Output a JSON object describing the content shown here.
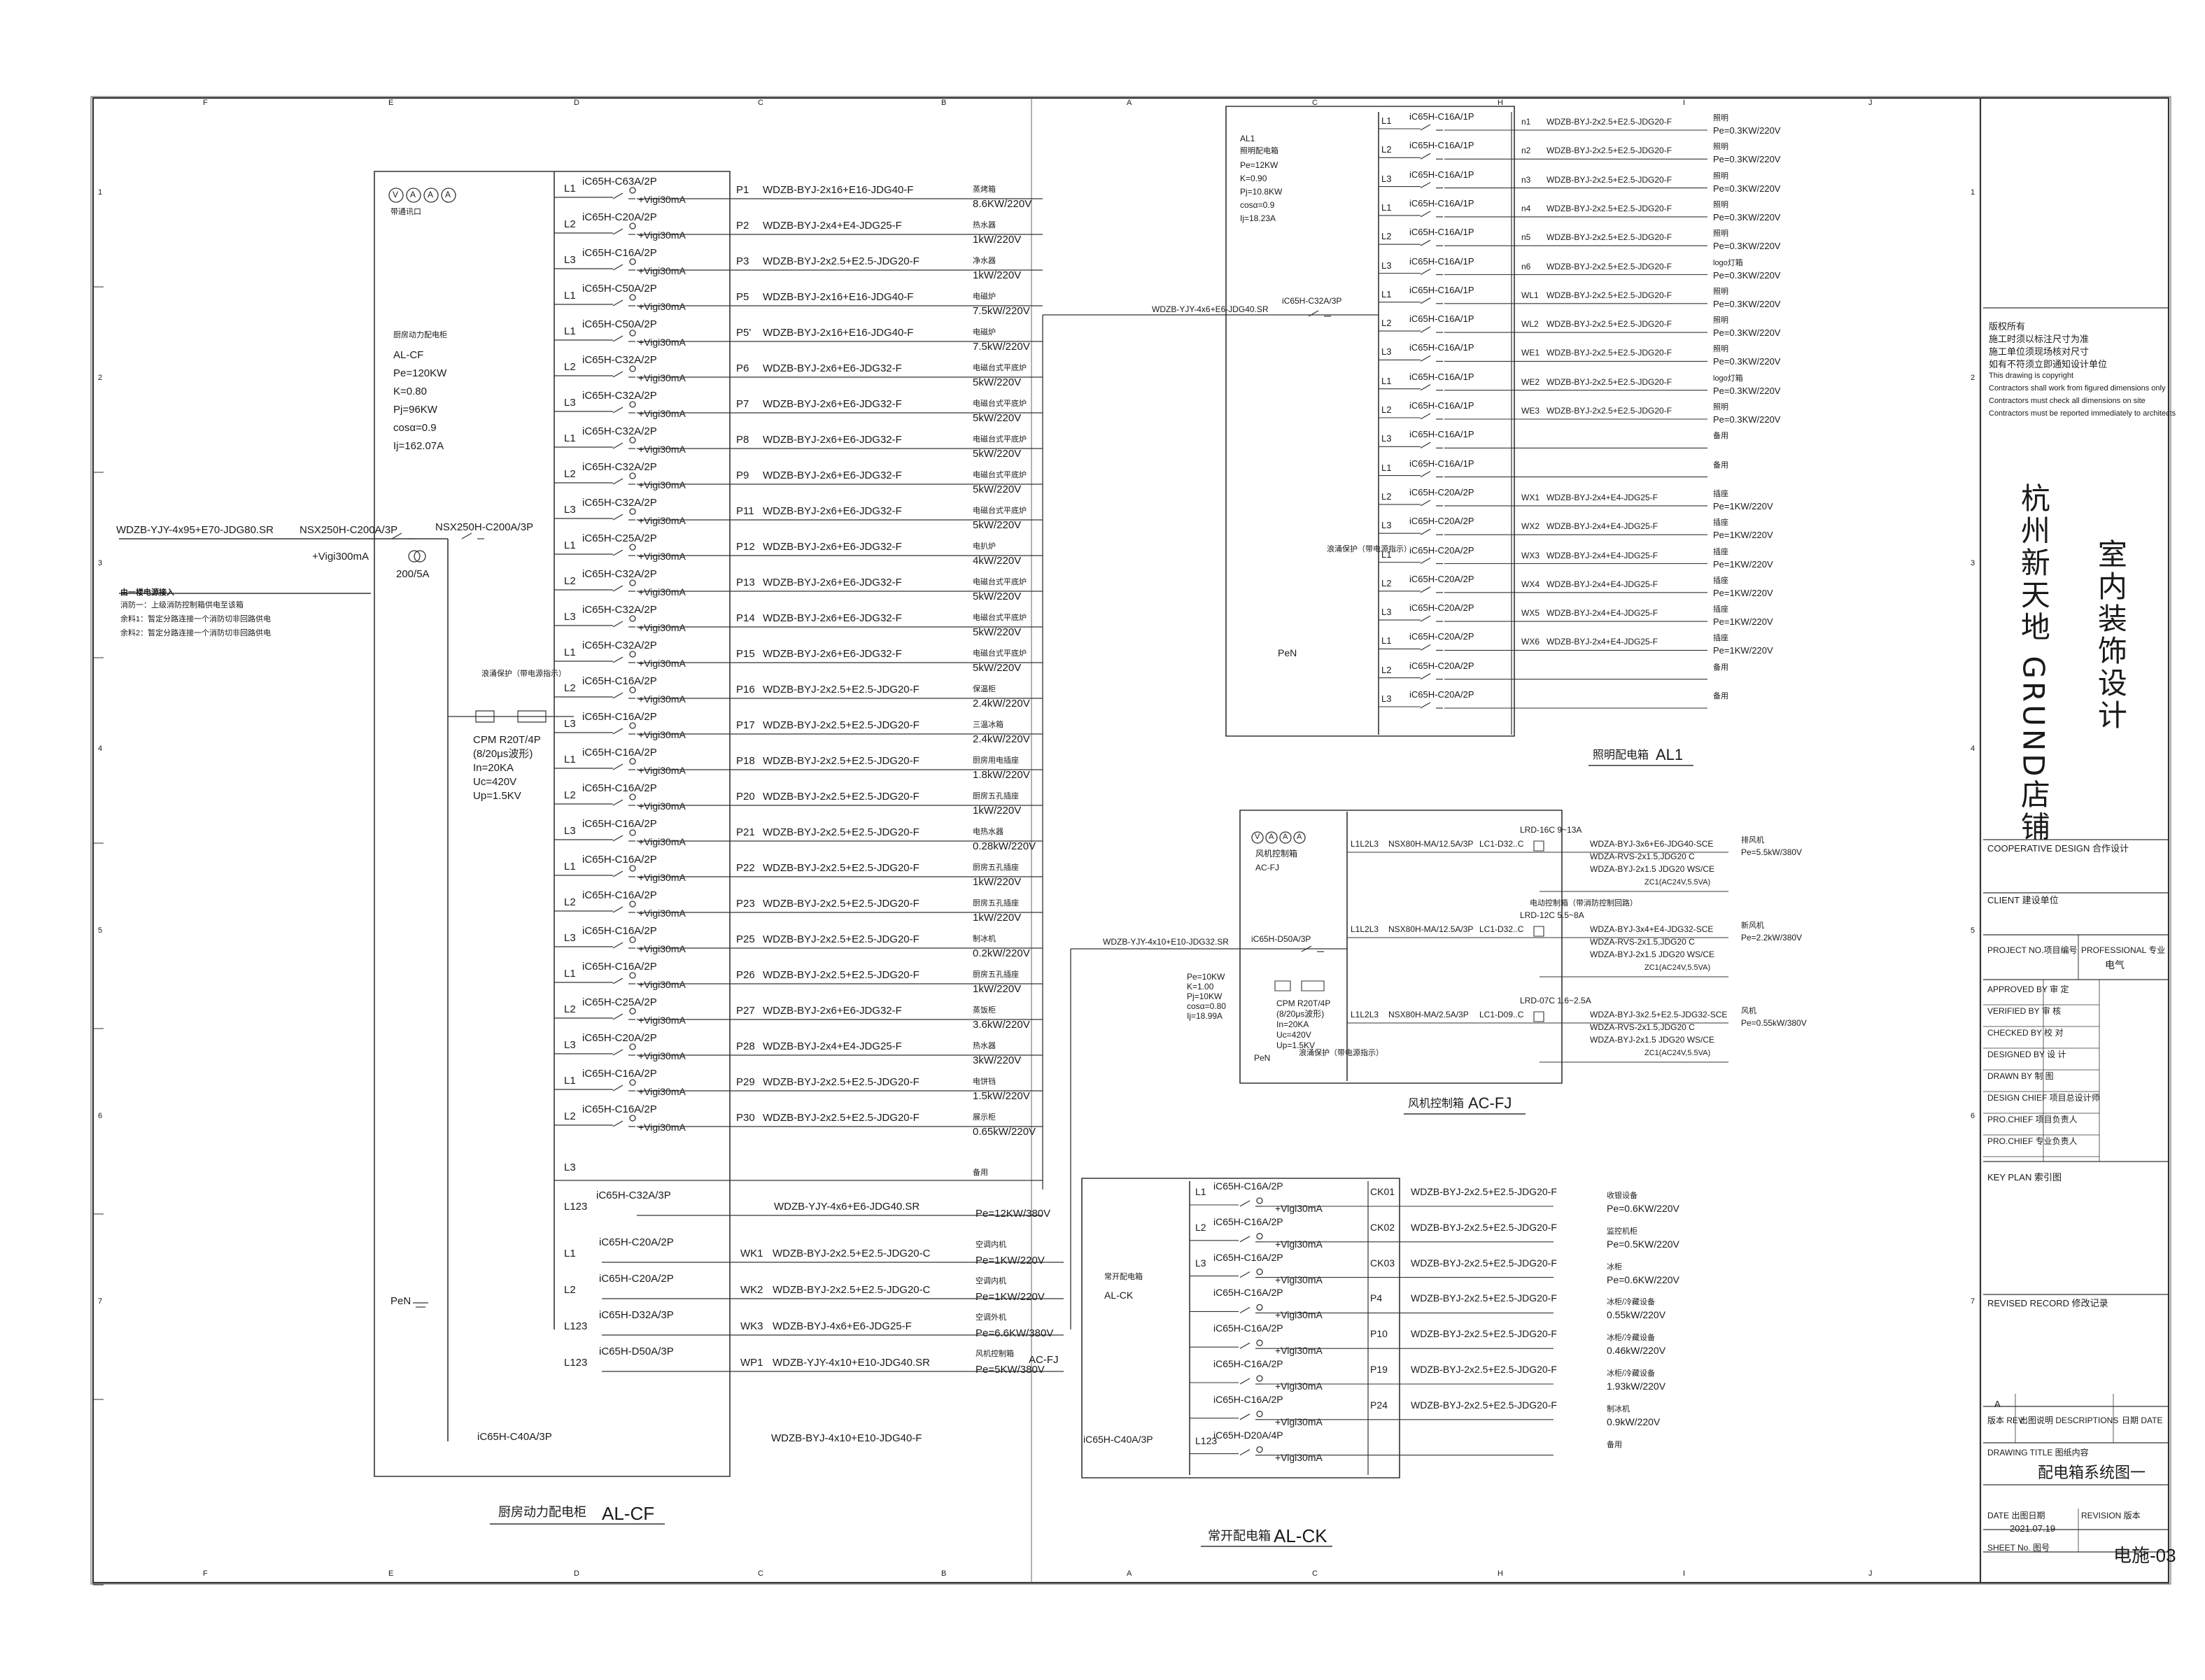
{
  "grid": {
    "top": [
      "F",
      "E",
      "D",
      "C",
      "B",
      "A",
      "C",
      "H",
      "I",
      "J"
    ],
    "side": [
      "1",
      "2",
      "3",
      "4",
      "5",
      "6",
      "7"
    ]
  },
  "cf": {
    "meters": "V A A A",
    "meter_caption": "带通讯口",
    "info": [
      "厨房动力配电柜",
      "AL-CF",
      "Pe=120KW",
      "K=0.80",
      "Pj=96KW",
      "cosα=0.9",
      "Ij=162.07A"
    ],
    "incoming_cable": "WDZB-YJY-4x95+E70-JDG80.SR",
    "main_breaker_1": "NSX250H-C200A/3P",
    "vigi_main": "+Vigi300mA",
    "main_breaker_2": "NSX250H-C200A/3P",
    "ct": "200/5A",
    "source_note": "由一楼电源接入",
    "notes": [
      "消防一：上级消防控制箱供电至该箱",
      "余料1：暂定分路连接一个消防切非回路供电",
      "余料2：暂定分路连接一个消防切非回路供电"
    ],
    "spd_label": "浪涌保护（带电源指示）",
    "spd": [
      "CPM R20T/4P",
      "(8/20μs波形)",
      "In=20KA",
      "Uc=420V",
      "Up=1.5KV"
    ],
    "pen": "PeN",
    "bottom_breaker": "iC65H-C40A/3P",
    "bottom_cable": "WDZB-BYJ-4x10+E10-JDG40-F",
    "title": "厨房动力配电柜",
    "code": "AL-CF",
    "circuits": [
      {
        "ph": "L1",
        "br": "iC65H-C63A/2P",
        "id": "P1",
        "cable": "WDZB-BYJ-2x16+E16-JDG40-F",
        "use": "蒸烤箱",
        "pe": "8.6KW/220V"
      },
      {
        "ph": "L2",
        "br": "iC65H-C20A/2P",
        "id": "P2",
        "cable": "WDZB-BYJ-2x4+E4-JDG25-F",
        "use": "热水器",
        "pe": "1kW/220V"
      },
      {
        "ph": "L3",
        "br": "iC65H-C16A/2P",
        "id": "P3",
        "cable": "WDZB-BYJ-2x2.5+E2.5-JDG20-F",
        "use": "净水器",
        "pe": "1kW/220V"
      },
      {
        "ph": "L1",
        "br": "iC65H-C50A/2P",
        "id": "P5",
        "cable": "WDZB-BYJ-2x16+E16-JDG40-F",
        "use": "电磁炉",
        "pe": "7.5kW/220V"
      },
      {
        "ph": "L1",
        "br": "iC65H-C50A/2P",
        "id": "P5'",
        "cable": "WDZB-BYJ-2x16+E16-JDG40-F",
        "use": "电磁炉",
        "pe": "7.5kW/220V"
      },
      {
        "ph": "L2",
        "br": "iC65H-C32A/2P",
        "id": "P6",
        "cable": "WDZB-BYJ-2x6+E6-JDG32-F",
        "use": "电磁台式平底炉",
        "pe": "5kW/220V"
      },
      {
        "ph": "L3",
        "br": "iC65H-C32A/2P",
        "id": "P7",
        "cable": "WDZB-BYJ-2x6+E6-JDG32-F",
        "use": "电磁台式平底炉",
        "pe": "5kW/220V"
      },
      {
        "ph": "L1",
        "br": "iC65H-C32A/2P",
        "id": "P8",
        "cable": "WDZB-BYJ-2x6+E6-JDG32-F",
        "use": "电磁台式平底炉",
        "pe": "5kW/220V"
      },
      {
        "ph": "L2",
        "br": "iC65H-C32A/2P",
        "id": "P9",
        "cable": "WDZB-BYJ-2x6+E6-JDG32-F",
        "use": "电磁台式平底炉",
        "pe": "5kW/220V"
      },
      {
        "ph": "L3",
        "br": "iC65H-C32A/2P",
        "id": "P11",
        "cable": "WDZB-BYJ-2x6+E6-JDG32-F",
        "use": "电磁台式平底炉",
        "pe": "5kW/220V"
      },
      {
        "ph": "L1",
        "br": "iC65H-C25A/2P",
        "id": "P12",
        "cable": "WDZB-BYJ-2x6+E6-JDG32-F",
        "use": "电扒炉",
        "pe": "4kW/220V"
      },
      {
        "ph": "L2",
        "br": "iC65H-C32A/2P",
        "id": "P13",
        "cable": "WDZB-BYJ-2x6+E6-JDG32-F",
        "use": "电磁台式平底炉",
        "pe": "5kW/220V"
      },
      {
        "ph": "L3",
        "br": "iC65H-C32A/2P",
        "id": "P14",
        "cable": "WDZB-BYJ-2x6+E6-JDG32-F",
        "use": "电磁台式平底炉",
        "pe": "5kW/220V"
      },
      {
        "ph": "L1",
        "br": "iC65H-C32A/2P",
        "id": "P15",
        "cable": "WDZB-BYJ-2x6+E6-JDG32-F",
        "use": "电磁台式平底炉",
        "pe": "5kW/220V"
      },
      {
        "ph": "L2",
        "br": "iC65H-C16A/2P",
        "id": "P16",
        "cable": "WDZB-BYJ-2x2.5+E2.5-JDG20-F",
        "use": "保温柜",
        "pe": "2.4kW/220V"
      },
      {
        "ph": "L3",
        "br": "iC65H-C16A/2P",
        "id": "P17",
        "cable": "WDZB-BYJ-2x2.5+E2.5-JDG20-F",
        "use": "三温冰箱",
        "pe": "2.4kW/220V"
      },
      {
        "ph": "L1",
        "br": "iC65H-C16A/2P",
        "id": "P18",
        "cable": "WDZB-BYJ-2x2.5+E2.5-JDG20-F",
        "use": "厨房用电插座",
        "pe": "1.8kW/220V"
      },
      {
        "ph": "L2",
        "br": "iC65H-C16A/2P",
        "id": "P20",
        "cable": "WDZB-BYJ-2x2.5+E2.5-JDG20-F",
        "use": "厨房五孔插座",
        "pe": "1kW/220V"
      },
      {
        "ph": "L3",
        "br": "iC65H-C16A/2P",
        "id": "P21",
        "cable": "WDZB-BYJ-2x2.5+E2.5-JDG20-F",
        "use": "电热水器",
        "pe": "0.28kW/220V"
      },
      {
        "ph": "L1",
        "br": "iC65H-C16A/2P",
        "id": "P22",
        "cable": "WDZB-BYJ-2x2.5+E2.5-JDG20-F",
        "use": "厨房五孔插座",
        "pe": "1kW/220V"
      },
      {
        "ph": "L2",
        "br": "iC65H-C16A/2P",
        "id": "P23",
        "cable": "WDZB-BYJ-2x2.5+E2.5-JDG20-F",
        "use": "厨房五孔插座",
        "pe": "1kW/220V"
      },
      {
        "ph": "L3",
        "br": "iC65H-C16A/2P",
        "id": "P25",
        "cable": "WDZB-BYJ-2x2.5+E2.5-JDG20-F",
        "use": "制冰机",
        "pe": "0.2kW/220V"
      },
      {
        "ph": "L1",
        "br": "iC65H-C16A/2P",
        "id": "P26",
        "cable": "WDZB-BYJ-2x2.5+E2.5-JDG20-F",
        "use": "厨房五孔插座",
        "pe": "1kW/220V"
      },
      {
        "ph": "L2",
        "br": "iC65H-C25A/2P",
        "id": "P27",
        "cable": "WDZB-BYJ-2x6+E6-JDG32-F",
        "use": "蒸饭柜",
        "pe": "3.6kW/220V"
      },
      {
        "ph": "L3",
        "br": "iC65H-C20A/2P",
        "id": "P28",
        "cable": "WDZB-BYJ-2x4+E4-JDG25-F",
        "use": "热水器",
        "pe": "3kW/220V"
      },
      {
        "ph": "L1",
        "br": "iC65H-C16A/2P",
        "id": "P29",
        "cable": "WDZB-BYJ-2x2.5+E2.5-JDG20-F",
        "use": "电饼铛",
        "pe": "1.5kW/220V"
      },
      {
        "ph": "L2",
        "br": "iC65H-C16A/2P",
        "id": "P30",
        "cable": "WDZB-BYJ-2x2.5+E2.5-JDG20-F",
        "use": "展示柜",
        "pe": "0.65kW/220V"
      }
    ],
    "spare_phase": "L3",
    "spare_label": "备用",
    "al1_feed": {
      "ph": "L123",
      "br": "iC65H-C32A/3P",
      "cable": "WDZB-YJY-4x6+E6-JDG40.SR",
      "pe": "Pe=12KW/380V"
    },
    "wk": [
      {
        "ph": "L1",
        "br": "iC65H-C20A/2P",
        "id": "WK1",
        "cable": "WDZB-BYJ-2x2.5+E2.5-JDG20-C",
        "use": "空调内机",
        "pe": "Pe=1KW/220V"
      },
      {
        "ph": "L2",
        "br": "iC65H-C20A/2P",
        "id": "WK2",
        "cable": "WDZB-BYJ-2x2.5+E2.5-JDG20-C",
        "use": "空调内机",
        "pe": "Pe=1KW/220V"
      },
      {
        "ph": "L123",
        "br": "iC65H-D32A/3P",
        "id": "WK3",
        "cable": "WDZB-BYJ-4x6+E6-JDG25-F",
        "use": "空调外机",
        "pe": "Pe=6.6KW/380V"
      },
      {
        "ph": "L123",
        "br": "iC65H-D50A/3P",
        "id": "WP1",
        "cable": "WDZB-YJY-4x10+E10-JDG40.SR",
        "use": "风机控制箱",
        "pe": "Pe=5KW/380V",
        "to": "AC-FJ"
      }
    ]
  },
  "al1": {
    "info": [
      "AL1",
      "照明配电箱",
      "Pe=12KW",
      "K=0.90",
      "Pj=10.8KW",
      "cosα=0.9",
      "Ij=18.23A"
    ],
    "feed_cable": "WDZB-YJY-4x6+E6-JDG40.SR",
    "main": "iC65H-C32A/3P",
    "spd_label": "浪涌保护（带电源指示）",
    "pen": "PeN",
    "title": "照明配电箱",
    "code": "AL1",
    "circuits": [
      {
        "ph": "L1",
        "br": "iC65H-C16A/1P",
        "id": "n1",
        "cable": "WDZB-BYJ-2x2.5+E2.5-JDG20-F",
        "use": "照明",
        "pe": "Pe=0.3KW/220V"
      },
      {
        "ph": "L2",
        "br": "iC65H-C16A/1P",
        "id": "n2",
        "cable": "WDZB-BYJ-2x2.5+E2.5-JDG20-F",
        "use": "照明",
        "pe": "Pe=0.3KW/220V"
      },
      {
        "ph": "L3",
        "br": "iC65H-C16A/1P",
        "id": "n3",
        "cable": "WDZB-BYJ-2x2.5+E2.5-JDG20-F",
        "use": "照明",
        "pe": "Pe=0.3KW/220V"
      },
      {
        "ph": "L1",
        "br": "iC65H-C16A/1P",
        "id": "n4",
        "cable": "WDZB-BYJ-2x2.5+E2.5-JDG20-F",
        "use": "照明",
        "pe": "Pe=0.3KW/220V"
      },
      {
        "ph": "L2",
        "br": "iC65H-C16A/1P",
        "id": "n5",
        "cable": "WDZB-BYJ-2x2.5+E2.5-JDG20-F",
        "use": "照明",
        "pe": "Pe=0.3KW/220V"
      },
      {
        "ph": "L3",
        "br": "iC65H-C16A/1P",
        "id": "n6",
        "cable": "WDZB-BYJ-2x2.5+E2.5-JDG20-F",
        "use": "logo灯箱",
        "pe": "Pe=0.3KW/220V"
      },
      {
        "ph": "L1",
        "br": "iC65H-C16A/1P",
        "id": "WL1",
        "cable": "WDZB-BYJ-2x2.5+E2.5-JDG20-F",
        "use": "照明",
        "pe": "Pe=0.3KW/220V"
      },
      {
        "ph": "L2",
        "br": "iC65H-C16A/1P",
        "id": "WL2",
        "cable": "WDZB-BYJ-2x2.5+E2.5-JDG20-F",
        "use": "照明",
        "pe": "Pe=0.3KW/220V"
      },
      {
        "ph": "L3",
        "br": "iC65H-C16A/1P",
        "id": "WE1",
        "cable": "WDZB-BYJ-2x2.5+E2.5-JDG20-F",
        "use": "照明",
        "pe": "Pe=0.3KW/220V"
      },
      {
        "ph": "L1",
        "br": "iC65H-C16A/1P",
        "id": "WE2",
        "cable": "WDZB-BYJ-2x2.5+E2.5-JDG20-F",
        "use": "logo灯箱",
        "pe": "Pe=0.3KW/220V"
      },
      {
        "ph": "L2",
        "br": "iC65H-C16A/1P",
        "id": "WE3",
        "cable": "WDZB-BYJ-2x2.5+E2.5-JDG20-F",
        "use": "照明",
        "pe": "Pe=0.3KW/220V"
      },
      {
        "ph": "L3",
        "br": "iC65H-C16A/1P",
        "id": "",
        "cable": "",
        "use": "备用",
        "pe": ""
      },
      {
        "ph": "L1",
        "br": "iC65H-C16A/1P",
        "id": "",
        "cable": "",
        "use": "备用",
        "pe": ""
      },
      {
        "ph": "L2",
        "br": "iC65H-C20A/2P",
        "id": "WX1",
        "cable": "WDZB-BYJ-2x4+E4-JDG25-F",
        "use": "插座",
        "pe": "Pe=1KW/220V"
      },
      {
        "ph": "L3",
        "br": "iC65H-C20A/2P",
        "id": "WX2",
        "cable": "WDZB-BYJ-2x4+E4-JDG25-F",
        "use": "插座",
        "pe": "Pe=1KW/220V"
      },
      {
        "ph": "L1",
        "br": "iC65H-C20A/2P",
        "id": "WX3",
        "cable": "WDZB-BYJ-2x4+E4-JDG25-F",
        "use": "插座",
        "pe": "Pe=1KW/220V"
      },
      {
        "ph": "L2",
        "br": "iC65H-C20A/2P",
        "id": "WX4",
        "cable": "WDZB-BYJ-2x4+E4-JDG25-F",
        "use": "插座",
        "pe": "Pe=1KW/220V"
      },
      {
        "ph": "L3",
        "br": "iC65H-C20A/2P",
        "id": "WX5",
        "cable": "WDZB-BYJ-2x4+E4-JDG25-F",
        "use": "插座",
        "pe": "Pe=1KW/220V"
      },
      {
        "ph": "L1",
        "br": "iC65H-C20A/2P",
        "id": "WX6",
        "cable": "WDZB-BYJ-2x4+E4-JDG25-F",
        "use": "插座",
        "pe": "Pe=1KW/220V"
      },
      {
        "ph": "L2",
        "br": "iC65H-C20A/2P",
        "id": "",
        "cable": "",
        "use": "备用",
        "pe": ""
      },
      {
        "ph": "L3",
        "br": "iC65H-C20A/2P",
        "id": "",
        "cable": "",
        "use": "备用",
        "pe": ""
      }
    ]
  },
  "fj": {
    "meters": "V A A A",
    "info": [
      "风机控制箱",
      "AC-FJ"
    ],
    "feed_cable": "WDZB-YJY-4x10+E10-JDG32.SR",
    "main": "iC65H-D50A/3P",
    "load": [
      "Pe=10KW",
      "K=1.00",
      "Pj=10KW",
      "cosα=0.80",
      "Ij=18.99A"
    ],
    "spd": [
      "CPM R20T/4P",
      "(8/20μs波形)",
      "In=20KA",
      "Uc=420V",
      "Up=1.5KV"
    ],
    "spd_label": "浪涌保护（带电源指示）",
    "pen": "PeN",
    "title": "风机控制箱",
    "code": "AC-FJ",
    "rows": [
      {
        "ph": "L1L2L3",
        "br": "NSX80H-MA/12.5A/3P",
        "lc": "LC1-D32..C",
        "lr": "LRD-16C 9~13A",
        "c1": "WDZA-BYJ-3x6+E6-JDG40-SCE",
        "c2": "WDZA-RVS-2x1.5,JDG20 C",
        "c3": "WDZA-BYJ-2x1.5 JDG20 WS/CE",
        "ctl": "ZC1(AC24V,5.5VA)",
        "use": "排风机",
        "pe": "Pe=5.5kW/380V"
      },
      {
        "ph": "L1L2L3",
        "br": "NSX80H-MA/12.5A/3P",
        "lc": "LC1-D32..C",
        "lr": "LRD-12C 5.5~8A",
        "c1": "WDZA-BYJ-3x4+E4-JDG32-SCE",
        "c2": "WDZA-RVS-2x1.5,JDG20 C",
        "c3": "WDZA-BYJ-2x1.5 JDG20 WS/CE",
        "ctl": "ZC1(AC24V,5.5VA)",
        "use": "新风机",
        "pe": "Pe=2.2kW/380V"
      },
      {
        "ph": "L1L2L3",
        "br": "NSX80H-MA/2.5A/3P",
        "lc": "LC1-D09..C",
        "lr": "LRD-07C 1.6~2.5A",
        "c1": "WDZA-BYJ-3x2.5+E2.5-JDG32-SCE",
        "c2": "WDZA-RVS-2x1.5,JDG20 C",
        "c3": "WDZA-BYJ-2x1.5 JDG20 WS/CE",
        "ctl": "ZC1(AC24V,5.5VA)",
        "use": "风机",
        "pe": "Pe=0.55kW/380V"
      }
    ],
    "ctl_note": "电动控制箱（带消防控制回路）"
  },
  "ck": {
    "info": [
      "常开配电箱",
      "AL-CK"
    ],
    "main": "iC65H-C40A/3P",
    "title": "常开配电箱",
    "code": "AL-CK",
    "circuits": [
      {
        "ph": "L1",
        "br": "iC65H-C16A/2P",
        "id": "CK01",
        "cable": "WDZB-BYJ-2x2.5+E2.5-JDG20-F",
        "use": "收银设备",
        "pe": "Pe=0.6KW/220V"
      },
      {
        "ph": "L2",
        "br": "iC65H-C16A/2P",
        "id": "CK02",
        "cable": "WDZB-BYJ-2x2.5+E2.5-JDG20-F",
        "use": "监控机柜",
        "pe": "Pe=0.5KW/220V"
      },
      {
        "ph": "L3",
        "br": "iC65H-C16A/2P",
        "id": "CK03",
        "cable": "WDZB-BYJ-2x2.5+E2.5-JDG20-F",
        "use": "冰柜",
        "pe": "Pe=0.6KW/220V"
      },
      {
        "ph": "",
        "br": "iC65H-C16A/2P",
        "id": "P4",
        "cable": "WDZB-BYJ-2x2.5+E2.5-JDG20-F",
        "use": "冰柜/冷藏设备",
        "pe": "0.55kW/220V"
      },
      {
        "ph": "",
        "br": "iC65H-C16A/2P",
        "id": "P10",
        "cable": "WDZB-BYJ-2x2.5+E2.5-JDG20-F",
        "use": "冰柜/冷藏设备",
        "pe": "0.46kW/220V"
      },
      {
        "ph": "",
        "br": "iC65H-C16A/2P",
        "id": "P19",
        "cable": "WDZB-BYJ-2x2.5+E2.5-JDG20-F",
        "use": "冰柜/冷藏设备",
        "pe": "1.93kW/220V"
      },
      {
        "ph": "",
        "br": "iC65H-C16A/2P",
        "id": "P24",
        "cable": "WDZB-BYJ-2x2.5+E2.5-JDG20-F",
        "use": "制冰机",
        "pe": "0.9kW/220V"
      },
      {
        "ph": "L123",
        "br": "iC65H-D20A/4P",
        "id": "",
        "cable": "",
        "use": "备用",
        "pe": ""
      }
    ]
  },
  "vigi": "+Vigi30mA",
  "titleblock": {
    "notice": [
      "版权所有",
      "施工时须以标注尺寸为准",
      "施工单位须现场核对尺寸",
      "如有不符须立即通知设计单位",
      "This drawing is copyright",
      "Contractors shall work from figured dimensions only",
      "Contractors must check all dimensions on site",
      "Contractors must be reported immediately to architects"
    ],
    "project": "杭州新天地 GRUND店铺",
    "project_sub": "室内装饰设计",
    "cooperative": "COOPERATIVE DESIGN 合作设计",
    "client": "CLIENT 建设单位",
    "project_no": "PROJECT NO.项目编号",
    "professional": "PROFESSIONAL 专业",
    "discipline": "电气",
    "roles": [
      "APPROVED BY 审 定",
      "VERIFIED BY 审 核",
      "CHECKED BY 校 对",
      "DESIGNED BY 设 计",
      "DRAWN BY 制 图",
      "DESIGN CHIEF 项目总设计师",
      "PRO.CHIEF 项目负责人",
      "PRO.CHIEF 专业负责人"
    ],
    "key_plan": "KEY PLAN 索引图",
    "revised": "REVISED RECORD 修改记录",
    "rev_letter": "A",
    "rev_cols": [
      "版本 REV",
      "出图说明 DESCRIPTIONS",
      "日期 DATE"
    ],
    "drawing_title_label": "DRAWING TITLE 图纸内容",
    "drawing_title": "配电箱系统图一",
    "date_label": "DATE 出图日期",
    "revision_label": "REVISION 版本",
    "date": "2021.07.19",
    "sheet_label": "SHEET No. 图号",
    "sheet_no": "电施-03"
  }
}
